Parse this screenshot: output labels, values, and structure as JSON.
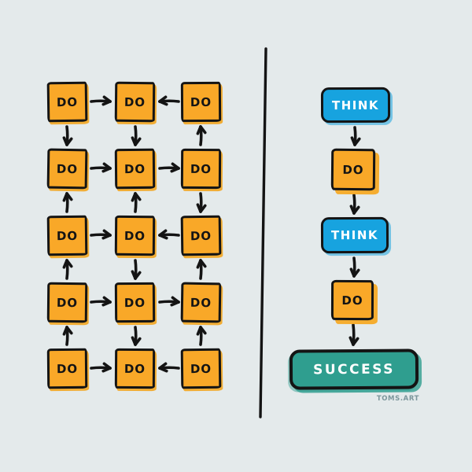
{
  "illustration": {
    "left_panel": {
      "box_label": "DO",
      "rows": 5,
      "cols": 3,
      "h_arrows": [
        [
          "right",
          "left"
        ],
        [
          "right",
          "right"
        ],
        [
          "right",
          "left"
        ],
        [
          "right",
          "right"
        ],
        [
          "right",
          "left"
        ]
      ],
      "v_arrows": [
        [
          "down",
          "down",
          "up"
        ],
        [
          "up",
          "up",
          "down"
        ],
        [
          "up",
          "down",
          "up"
        ],
        [
          "up",
          "down",
          "up"
        ]
      ]
    },
    "right_panel": {
      "steps": [
        {
          "type": "think",
          "label": "THINK"
        },
        {
          "type": "do",
          "label": "DO"
        },
        {
          "type": "think",
          "label": "THINK"
        },
        {
          "type": "do",
          "label": "DO"
        },
        {
          "type": "success",
          "label": "SUCCESS"
        }
      ]
    },
    "watermark": "TOMS.ART",
    "colors": {
      "background": "#e4eaeb",
      "do_fill": "#f9a828",
      "think_fill": "#17a3df",
      "success_fill": "#2f9e8f",
      "line": "#141414",
      "label_dark": "#141414",
      "label_light": "#ffffff",
      "watermark_color": "#7c969b"
    }
  }
}
